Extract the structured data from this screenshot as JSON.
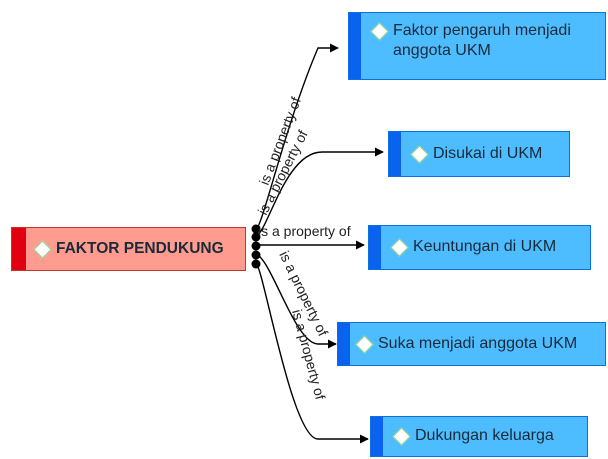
{
  "concept": {
    "label": "FAKTOR PENDUKUNG",
    "icon": "diamond-icon"
  },
  "relation_label": "is a property of",
  "properties": [
    {
      "label": "Faktor pengaruh menjadi anggota UKM",
      "icon": "diamond-icon"
    },
    {
      "label": "Disukai di UKM",
      "icon": "diamond-icon"
    },
    {
      "label": "Keuntungan di UKM",
      "icon": "diamond-icon"
    },
    {
      "label": "Suka menjadi anggota UKM",
      "icon": "diamond-icon"
    },
    {
      "label": "Dukungan keluarga",
      "icon": "diamond-icon"
    }
  ],
  "colors": {
    "concept_fill": "#ff9c8f",
    "concept_bar": "#e00010",
    "property_fill": "#4dbdff",
    "property_bar": "#0a63ef",
    "diamond_border": "#8fd08f",
    "edge": "#000000"
  }
}
